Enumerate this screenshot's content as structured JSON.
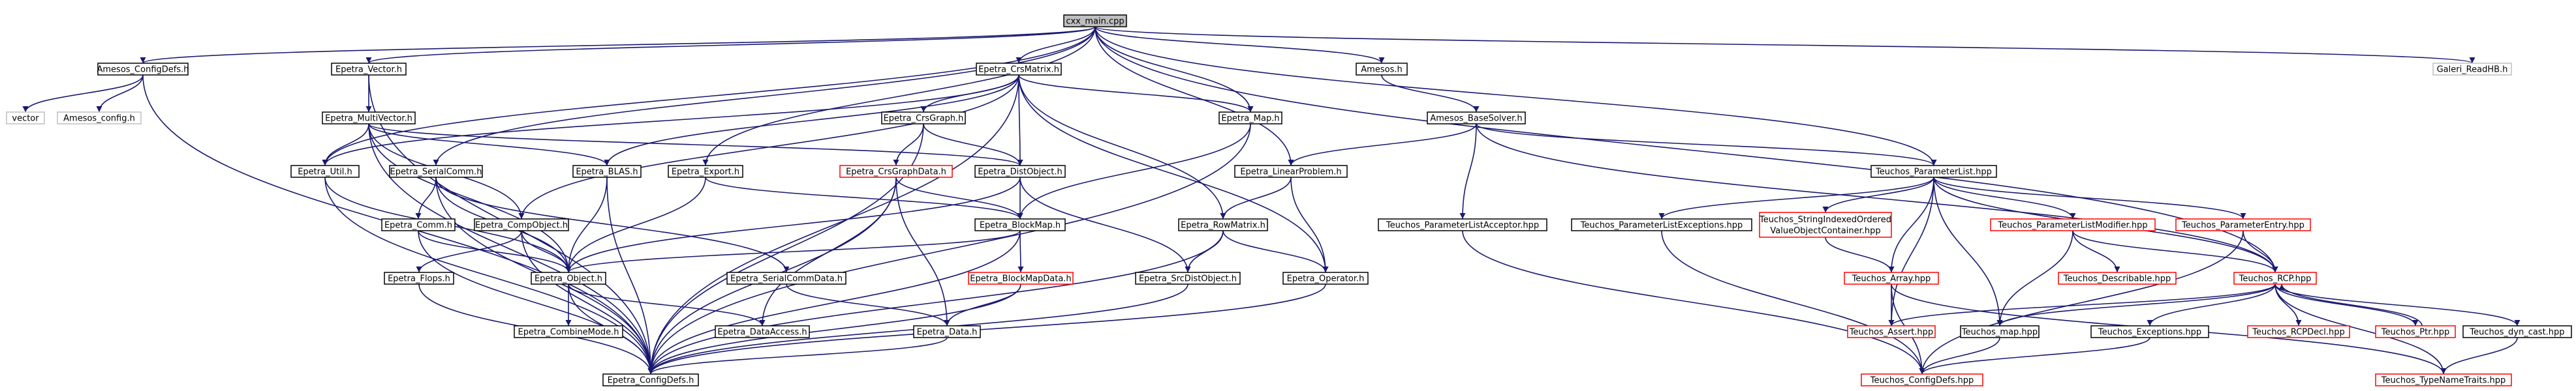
{
  "colors": {
    "edge": "#191970",
    "node_border": "#000000",
    "root_fill": "#bfbfbf",
    "undocumented_border": "#ff0000",
    "external_border": "#bfbfbf",
    "node_fill": "#ffffff"
  },
  "nodes": [
    {
      "id": "cxx_main",
      "label": "cxx_main.cpp",
      "kind": "root"
    },
    {
      "id": "amesos_configdefs",
      "label": "Amesos_ConfigDefs.h",
      "kind": "normal"
    },
    {
      "id": "epetra_vector",
      "label": "Epetra_Vector.h",
      "kind": "normal"
    },
    {
      "id": "epetra_crsmatrix",
      "label": "Epetra_CrsMatrix.h",
      "kind": "normal"
    },
    {
      "id": "amesos",
      "label": "Amesos.h",
      "kind": "normal"
    },
    {
      "id": "galeri_readhb",
      "label": "Galeri_ReadHB.h",
      "kind": "external"
    },
    {
      "id": "vector",
      "label": "vector",
      "kind": "external"
    },
    {
      "id": "amesos_config",
      "label": "Amesos_config.h",
      "kind": "external"
    },
    {
      "id": "epetra_multivector",
      "label": "Epetra_MultiVector.h",
      "kind": "normal"
    },
    {
      "id": "epetra_crsgraph",
      "label": "Epetra_CrsGraph.h",
      "kind": "normal"
    },
    {
      "id": "epetra_map",
      "label": "Epetra_Map.h",
      "kind": "normal"
    },
    {
      "id": "amesos_basesolver",
      "label": "Amesos_BaseSolver.h",
      "kind": "normal"
    },
    {
      "id": "epetra_util",
      "label": "Epetra_Util.h",
      "kind": "normal"
    },
    {
      "id": "epetra_serialcomm",
      "label": "Epetra_SerialComm.h",
      "kind": "normal"
    },
    {
      "id": "epetra_blas",
      "label": "Epetra_BLAS.h",
      "kind": "normal"
    },
    {
      "id": "epetra_export",
      "label": "Epetra_Export.h",
      "kind": "normal"
    },
    {
      "id": "epetra_crsgraphdata",
      "label": "Epetra_CrsGraphData.h",
      "kind": "undocumented"
    },
    {
      "id": "epetra_distobject",
      "label": "Epetra_DistObject.h",
      "kind": "normal"
    },
    {
      "id": "epetra_linearproblem",
      "label": "Epetra_LinearProblem.h",
      "kind": "normal"
    },
    {
      "id": "teuchos_parameterlist",
      "label": "Teuchos_ParameterList.hpp",
      "kind": "normal"
    },
    {
      "id": "epetra_comm",
      "label": "Epetra_Comm.h",
      "kind": "normal"
    },
    {
      "id": "epetra_compobject",
      "label": "Epetra_CompObject.h",
      "kind": "normal"
    },
    {
      "id": "epetra_blockmap",
      "label": "Epetra_BlockMap.h",
      "kind": "normal"
    },
    {
      "id": "epetra_rowmatrix",
      "label": "Epetra_RowMatrix.h",
      "kind": "normal"
    },
    {
      "id": "teuchos_parameterlistacceptor",
      "label": "Teuchos_ParameterListAcceptor.hpp",
      "kind": "normal"
    },
    {
      "id": "teuchos_parameterlistexceptions",
      "label": "Teuchos_ParameterListExceptions.hpp",
      "kind": "normal"
    },
    {
      "id": "teuchos_stringindexed",
      "label": "Teuchos_StringIndexedOrdered\nValueObjectContainer.hpp",
      "kind": "undocumented"
    },
    {
      "id": "teuchos_parameterlistmodifier",
      "label": "Teuchos_ParameterListModifier.hpp",
      "kind": "undocumented"
    },
    {
      "id": "teuchos_parameterentry",
      "label": "Teuchos_ParameterEntry.hpp",
      "kind": "undocumented"
    },
    {
      "id": "epetra_flops",
      "label": "Epetra_Flops.h",
      "kind": "normal"
    },
    {
      "id": "epetra_object",
      "label": "Epetra_Object.h",
      "kind": "normal"
    },
    {
      "id": "epetra_serialcommdata",
      "label": "Epetra_SerialCommData.h",
      "kind": "normal"
    },
    {
      "id": "epetra_blockmapdata",
      "label": "Epetra_BlockMapData.h",
      "kind": "undocumented"
    },
    {
      "id": "epetra_srcdistobject",
      "label": "Epetra_SrcDistObject.h",
      "kind": "normal"
    },
    {
      "id": "epetra_operator",
      "label": "Epetra_Operator.h",
      "kind": "normal"
    },
    {
      "id": "teuchos_array",
      "label": "Teuchos_Array.hpp",
      "kind": "undocumented"
    },
    {
      "id": "teuchos_describable",
      "label": "Teuchos_Describable.hpp",
      "kind": "undocumented"
    },
    {
      "id": "teuchos_rcp",
      "label": "Teuchos_RCP.hpp",
      "kind": "undocumented"
    },
    {
      "id": "epetra_combinemode",
      "label": "Epetra_CombineMode.h",
      "kind": "normal"
    },
    {
      "id": "epetra_dataaccess",
      "label": "Epetra_DataAccess.h",
      "kind": "normal"
    },
    {
      "id": "epetra_data",
      "label": "Epetra_Data.h",
      "kind": "normal"
    },
    {
      "id": "teuchos_assert",
      "label": "Teuchos_Assert.hpp",
      "kind": "undocumented"
    },
    {
      "id": "teuchos_map",
      "label": "Teuchos_map.hpp",
      "kind": "normal"
    },
    {
      "id": "teuchos_exceptions",
      "label": "Teuchos_Exceptions.hpp",
      "kind": "normal"
    },
    {
      "id": "teuchos_rcpdecl",
      "label": "Teuchos_RCPDecl.hpp",
      "kind": "undocumented"
    },
    {
      "id": "teuchos_ptr",
      "label": "Teuchos_Ptr.hpp",
      "kind": "undocumented"
    },
    {
      "id": "teuchos_dyn_cast",
      "label": "Teuchos_dyn_cast.hpp",
      "kind": "normal"
    },
    {
      "id": "epetra_configdefs",
      "label": "Epetra_ConfigDefs.h",
      "kind": "normal"
    },
    {
      "id": "teuchos_configdefs",
      "label": "Teuchos_ConfigDefs.hpp",
      "kind": "undocumented"
    },
    {
      "id": "teuchos_typenametraits",
      "label": "Teuchos_TypeNameTraits.hpp",
      "kind": "undocumented"
    }
  ],
  "edges": [
    [
      "cxx_main",
      "amesos_configdefs"
    ],
    [
      "cxx_main",
      "epetra_vector"
    ],
    [
      "cxx_main",
      "epetra_crsmatrix"
    ],
    [
      "cxx_main",
      "amesos"
    ],
    [
      "cxx_main",
      "galeri_readhb"
    ],
    [
      "cxx_main",
      "epetra_map"
    ],
    [
      "cxx_main",
      "epetra_util"
    ],
    [
      "cxx_main",
      "epetra_serialcomm"
    ],
    [
      "cxx_main",
      "epetra_export"
    ],
    [
      "cxx_main",
      "epetra_linearproblem"
    ],
    [
      "cxx_main",
      "teuchos_parameterlist"
    ],
    [
      "cxx_main",
      "teuchos_rcp"
    ],
    [
      "amesos_configdefs",
      "vector"
    ],
    [
      "amesos_configdefs",
      "amesos_config"
    ],
    [
      "amesos_configdefs",
      "epetra_configdefs"
    ],
    [
      "epetra_vector",
      "epetra_multivector"
    ],
    [
      "epetra_vector",
      "epetra_configdefs"
    ],
    [
      "epetra_crsmatrix",
      "epetra_crsgraph"
    ],
    [
      "epetra_crsmatrix",
      "epetra_map"
    ],
    [
      "epetra_crsmatrix",
      "epetra_distobject"
    ],
    [
      "epetra_crsmatrix",
      "epetra_blas"
    ],
    [
      "epetra_crsmatrix",
      "epetra_compobject"
    ],
    [
      "epetra_crsmatrix",
      "epetra_rowmatrix"
    ],
    [
      "epetra_crsmatrix",
      "epetra_operator"
    ],
    [
      "epetra_crsmatrix",
      "epetra_configdefs"
    ],
    [
      "epetra_crsmatrix",
      "epetra_util"
    ],
    [
      "amesos",
      "amesos_basesolver"
    ],
    [
      "epetra_multivector",
      "epetra_util"
    ],
    [
      "epetra_multivector",
      "epetra_distobject"
    ],
    [
      "epetra_multivector",
      "epetra_blas"
    ],
    [
      "epetra_multivector",
      "epetra_compobject"
    ],
    [
      "epetra_multivector",
      "epetra_object"
    ],
    [
      "epetra_multivector",
      "epetra_configdefs"
    ],
    [
      "epetra_crsgraph",
      "epetra_crsgraphdata"
    ],
    [
      "epetra_crsgraph",
      "epetra_distobject"
    ],
    [
      "epetra_crsgraph",
      "epetra_configdefs"
    ],
    [
      "epetra_map",
      "epetra_blockmap"
    ],
    [
      "epetra_map",
      "epetra_configdefs"
    ],
    [
      "amesos_basesolver",
      "epetra_linearproblem"
    ],
    [
      "amesos_basesolver",
      "teuchos_parameterlist"
    ],
    [
      "amesos_basesolver",
      "teuchos_parameterlistacceptor"
    ],
    [
      "amesos_basesolver",
      "teuchos_rcp"
    ],
    [
      "epetra_util",
      "epetra_object"
    ],
    [
      "epetra_util",
      "epetra_configdefs"
    ],
    [
      "epetra_serialcomm",
      "epetra_comm"
    ],
    [
      "epetra_serialcomm",
      "epetra_object"
    ],
    [
      "epetra_serialcomm",
      "epetra_serialcommdata"
    ],
    [
      "epetra_serialcomm",
      "epetra_configdefs"
    ],
    [
      "epetra_blas",
      "epetra_object"
    ],
    [
      "epetra_blas",
      "epetra_configdefs"
    ],
    [
      "epetra_export",
      "epetra_blockmap"
    ],
    [
      "epetra_export",
      "epetra_object"
    ],
    [
      "epetra_crsgraphdata",
      "epetra_blockmap"
    ],
    [
      "epetra_crsgraphdata",
      "epetra_data"
    ],
    [
      "epetra_crsgraphdata",
      "epetra_dataaccess"
    ],
    [
      "epetra_crsgraphdata",
      "epetra_configdefs"
    ],
    [
      "epetra_distobject",
      "epetra_blockmap"
    ],
    [
      "epetra_distobject",
      "epetra_object"
    ],
    [
      "epetra_distobject",
      "epetra_srcdistobject"
    ],
    [
      "epetra_linearproblem",
      "epetra_rowmatrix"
    ],
    [
      "epetra_linearproblem",
      "epetra_operator"
    ],
    [
      "teuchos_parameterlist",
      "teuchos_parameterlistexceptions"
    ],
    [
      "teuchos_parameterlist",
      "teuchos_stringindexed"
    ],
    [
      "teuchos_parameterlist",
      "teuchos_parameterlistmodifier"
    ],
    [
      "teuchos_parameterlist",
      "teuchos_parameterentry"
    ],
    [
      "teuchos_parameterlist",
      "teuchos_array"
    ],
    [
      "teuchos_parameterlist",
      "teuchos_assert"
    ],
    [
      "teuchos_parameterlist",
      "teuchos_map"
    ],
    [
      "teuchos_parameterlist",
      "teuchos_rcp"
    ],
    [
      "epetra_comm",
      "epetra_object"
    ],
    [
      "epetra_comm",
      "epetra_configdefs"
    ],
    [
      "epetra_compobject",
      "epetra_flops"
    ],
    [
      "epetra_compobject",
      "epetra_object"
    ],
    [
      "epetra_compobject",
      "epetra_configdefs"
    ],
    [
      "epetra_blockmap",
      "epetra_blockmapdata"
    ],
    [
      "epetra_blockmap",
      "epetra_object"
    ],
    [
      "epetra_blockmap",
      "epetra_configdefs"
    ],
    [
      "epetra_rowmatrix",
      "epetra_srcdistobject"
    ],
    [
      "epetra_rowmatrix",
      "epetra_operator"
    ],
    [
      "epetra_rowmatrix",
      "epetra_configdefs"
    ],
    [
      "teuchos_parameterlistacceptor",
      "teuchos_configdefs"
    ],
    [
      "teuchos_parameterlistexceptions",
      "teuchos_configdefs"
    ],
    [
      "teuchos_stringindexed",
      "teuchos_array"
    ],
    [
      "teuchos_parameterlistmodifier",
      "teuchos_describable"
    ],
    [
      "teuchos_parameterlistmodifier",
      "teuchos_rcp"
    ],
    [
      "teuchos_parameterlistmodifier",
      "teuchos_map"
    ],
    [
      "teuchos_parameterentry",
      "teuchos_rcp"
    ],
    [
      "teuchos_parameterentry",
      "teuchos_configdefs"
    ],
    [
      "epetra_flops",
      "epetra_configdefs"
    ],
    [
      "epetra_object",
      "epetra_combinemode"
    ],
    [
      "epetra_object",
      "epetra_dataaccess"
    ],
    [
      "epetra_object",
      "epetra_configdefs"
    ],
    [
      "epetra_serialcommdata",
      "epetra_data"
    ],
    [
      "epetra_blockmapdata",
      "epetra_data"
    ],
    [
      "epetra_blockmapdata",
      "epetra_configdefs"
    ],
    [
      "epetra_srcdistobject",
      "epetra_configdefs"
    ],
    [
      "epetra_operator",
      "epetra_configdefs"
    ],
    [
      "teuchos_array",
      "teuchos_assert"
    ],
    [
      "teuchos_array",
      "teuchos_typenametraits"
    ],
    [
      "teuchos_array",
      "teuchos_configdefs"
    ],
    [
      "teuchos_rcp",
      "teuchos_assert"
    ],
    [
      "teuchos_rcp",
      "teuchos_map"
    ],
    [
      "teuchos_rcp",
      "teuchos_exceptions"
    ],
    [
      "teuchos_rcp",
      "teuchos_rcpdecl"
    ],
    [
      "teuchos_rcp",
      "teuchos_ptr"
    ],
    [
      "teuchos_rcp",
      "teuchos_dyn_cast"
    ],
    [
      "teuchos_rcp",
      "teuchos_typenametraits"
    ],
    [
      "epetra_data",
      "epetra_configdefs"
    ],
    [
      "teuchos_map",
      "teuchos_configdefs"
    ],
    [
      "teuchos_exceptions",
      "teuchos_configdefs"
    ],
    [
      "teuchos_ptr",
      "teuchos_rcp"
    ],
    [
      "teuchos_dyn_cast",
      "teuchos_typenametraits"
    ]
  ]
}
